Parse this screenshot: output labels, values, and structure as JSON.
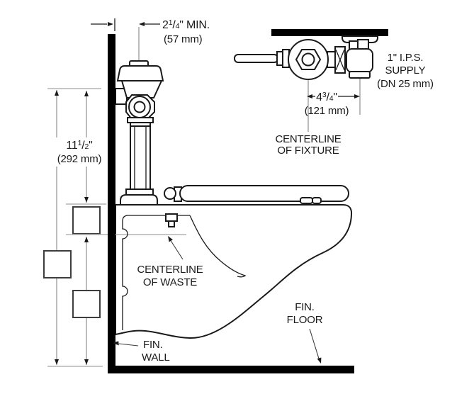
{
  "diagram_type": "toilet-flush-valve-installation-drawing",
  "dims": {
    "offset": {
      "whole": "2",
      "num": "1",
      "den": "4",
      "suffix": "\" MIN.",
      "metric": "(57 mm)"
    },
    "valve_height": {
      "whole": "11",
      "num": "1",
      "den": "2",
      "suffix": "\"",
      "metric": "(292 mm)"
    },
    "supply_offset": {
      "whole": "4",
      "num": "3",
      "den": "4",
      "suffix": "\"",
      "metric": "(121 mm)"
    }
  },
  "labels": {
    "supply_line1": "1\" I.P.S.",
    "supply_line2": "SUPPLY",
    "supply_line3": "(DN 25 mm)",
    "fixture_cl_line1": "CENTERLINE",
    "fixture_cl_line2": "OF FIXTURE",
    "waste_cl_line1": "CENTERLINE",
    "waste_cl_line2": "OF WASTE",
    "wall_line1": "FIN.",
    "wall_line2": "WALL",
    "floor_line1": "FIN.",
    "floor_line2": "FLOOR"
  },
  "colors": {
    "ink": "#1a1a1a",
    "solid_black": "#000000",
    "dim_gray": "#8f8f8f",
    "tick_gray": "#b3b3b3",
    "box_border": "#3d3d3d",
    "background": "#ffffff"
  }
}
